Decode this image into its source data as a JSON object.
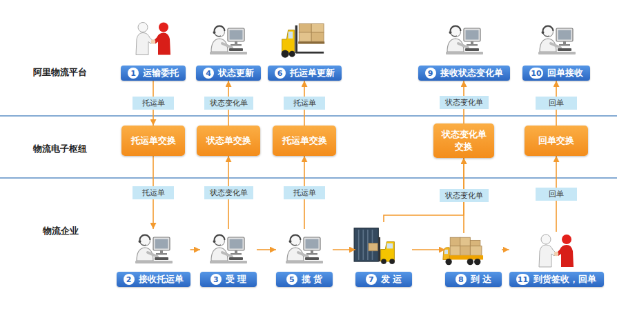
{
  "diagram": {
    "nodes": [
      {
        "text": [
          "1",
          "运输委托"
        ]
      },
      {
        "text": [
          "4",
          "状态更新"
        ]
      },
      {
        "text": [
          "6",
          "托运单更新"
        ]
      },
      {
        "text": [
          "9",
          "接收状态变化单"
        ]
      },
      {
        "text": [
          "10",
          "回单接收"
        ]
      },
      {
        "text": [
          "托运单交换"
        ]
      },
      {
        "text": [
          "状态单交换"
        ]
      },
      {
        "text": [
          "托运单交换"
        ]
      },
      {
        "text": [
          "状态变化单 交换"
        ]
      },
      {
        "text": [
          "回单交换"
        ]
      },
      {
        "text": [
          "2",
          "接收托运单"
        ]
      },
      {
        "text": [
          "3",
          "受 理"
        ]
      },
      {
        "text": [
          "5",
          "揽 货"
        ]
      },
      {
        "text": [
          "7",
          "发 运"
        ]
      },
      {
        "text": [
          "8",
          "到 达"
        ]
      },
      {
        "text": [
          "11",
          "到货签收，回单"
        ]
      }
    ],
    "edges": [
      {
        "from": 0,
        "to": 5,
        "arrow": "to",
        "label": "托运单"
      },
      {
        "from": 5,
        "to": 10,
        "arrow": "to",
        "label": "托运单"
      },
      {
        "from": 10,
        "to": 11,
        "arrow": "to"
      },
      {
        "from": 11,
        "to": 6,
        "arrow": "to",
        "label": "状态变化单"
      },
      {
        "from": 6,
        "to": 1,
        "arrow": "to",
        "label": "状态变化单"
      },
      {
        "from": 11,
        "to": 12,
        "arrow": "to"
      },
      {
        "from": 12,
        "to": 7,
        "arrow": "to",
        "label": "托运单"
      },
      {
        "from": 7,
        "to": 2,
        "arrow": "to",
        "label": "托运单"
      },
      {
        "from": 12,
        "to": 13,
        "arrow": "to"
      },
      {
        "from": 13,
        "to": 14,
        "arrow": "to"
      },
      {
        "from": 13,
        "to": 8,
        "arrow": "to"
      },
      {
        "from": 14,
        "to": 8,
        "arrow": "to",
        "label": "状态变化单"
      },
      {
        "from": 8,
        "to": 3,
        "arrow": "to",
        "label": "状态变化单"
      },
      {
        "from": 14,
        "to": 15,
        "arrow": "to"
      },
      {
        "from": 15,
        "to": 9,
        "arrow": "to",
        "label": "回单"
      },
      {
        "from": 9,
        "to": 4,
        "arrow": "to",
        "label": "回单"
      }
    ],
    "labels": [
      "阿里物流平台",
      "物流电子枢纽",
      "物流企业"
    ]
  }
}
